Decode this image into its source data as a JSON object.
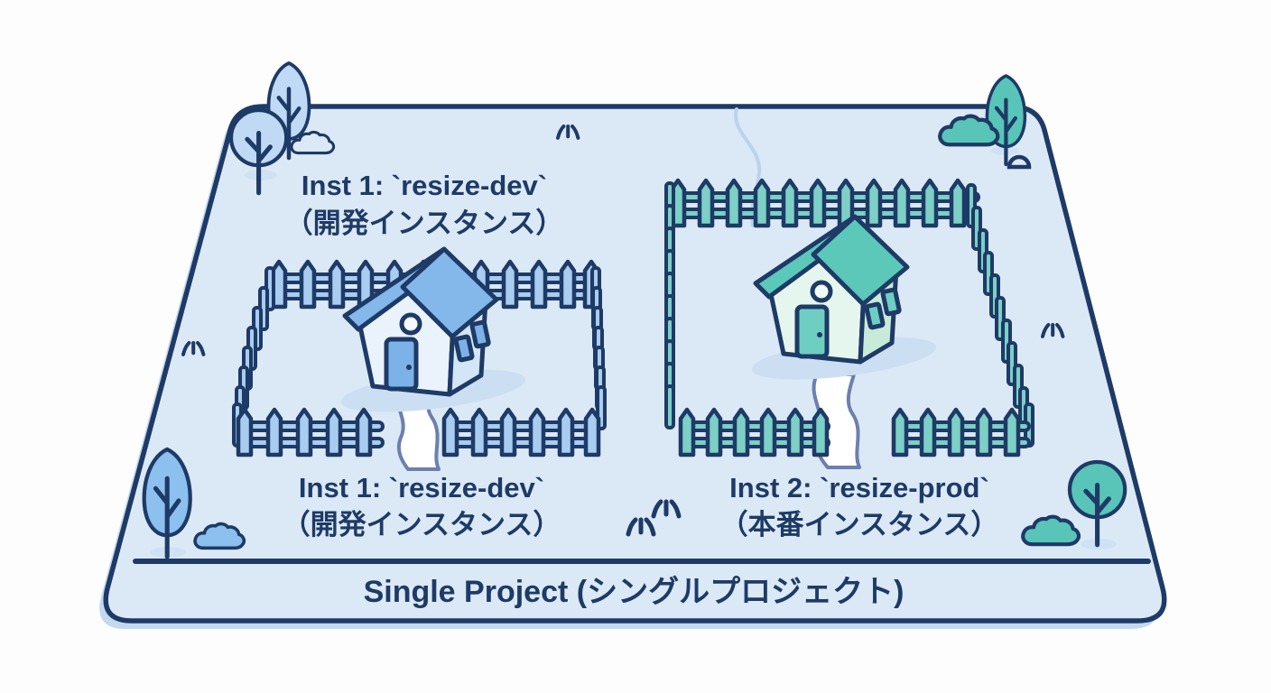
{
  "diagram": {
    "project_label": "Single Project (シングルプロジェクト)",
    "dev": {
      "banner_line1": "Inst 1: `resize-dev`",
      "banner_line2": "（開発インスタンス）",
      "caption_line1": "Inst 1: `resize-dev`",
      "caption_line2": "（開発インスタンス）"
    },
    "prod": {
      "caption_line1": "Inst 2: `resize-prod`",
      "caption_line2": "（本番インスタンス）"
    }
  },
  "colors": {
    "ink": "#1e3a66",
    "plot": "#dbe9f6",
    "plotShadow": "#c3d9ee",
    "devFence": "#a9cdf0",
    "prodFence": "#7cd0c6",
    "devRoof": "#84b7ea",
    "devWall": "#eaf3fc",
    "devSide": "#d3e6f7",
    "devAccent": "#7db2e8",
    "prodRoof": "#5cc8ba",
    "prodWall": "#e4f6ee",
    "prodSide": "#c9ead9",
    "prodAccent": "#6fcec2",
    "treeBlueLight": "#c0daf5",
    "treeBlue": "#8cc0ee",
    "treeTeal": "#58c5b8",
    "groundShadow": "#cfe2f4",
    "houseShadow": "#ccdff2",
    "walkStroke": "#6d7fae",
    "squiggle": "#b9d3ec"
  }
}
